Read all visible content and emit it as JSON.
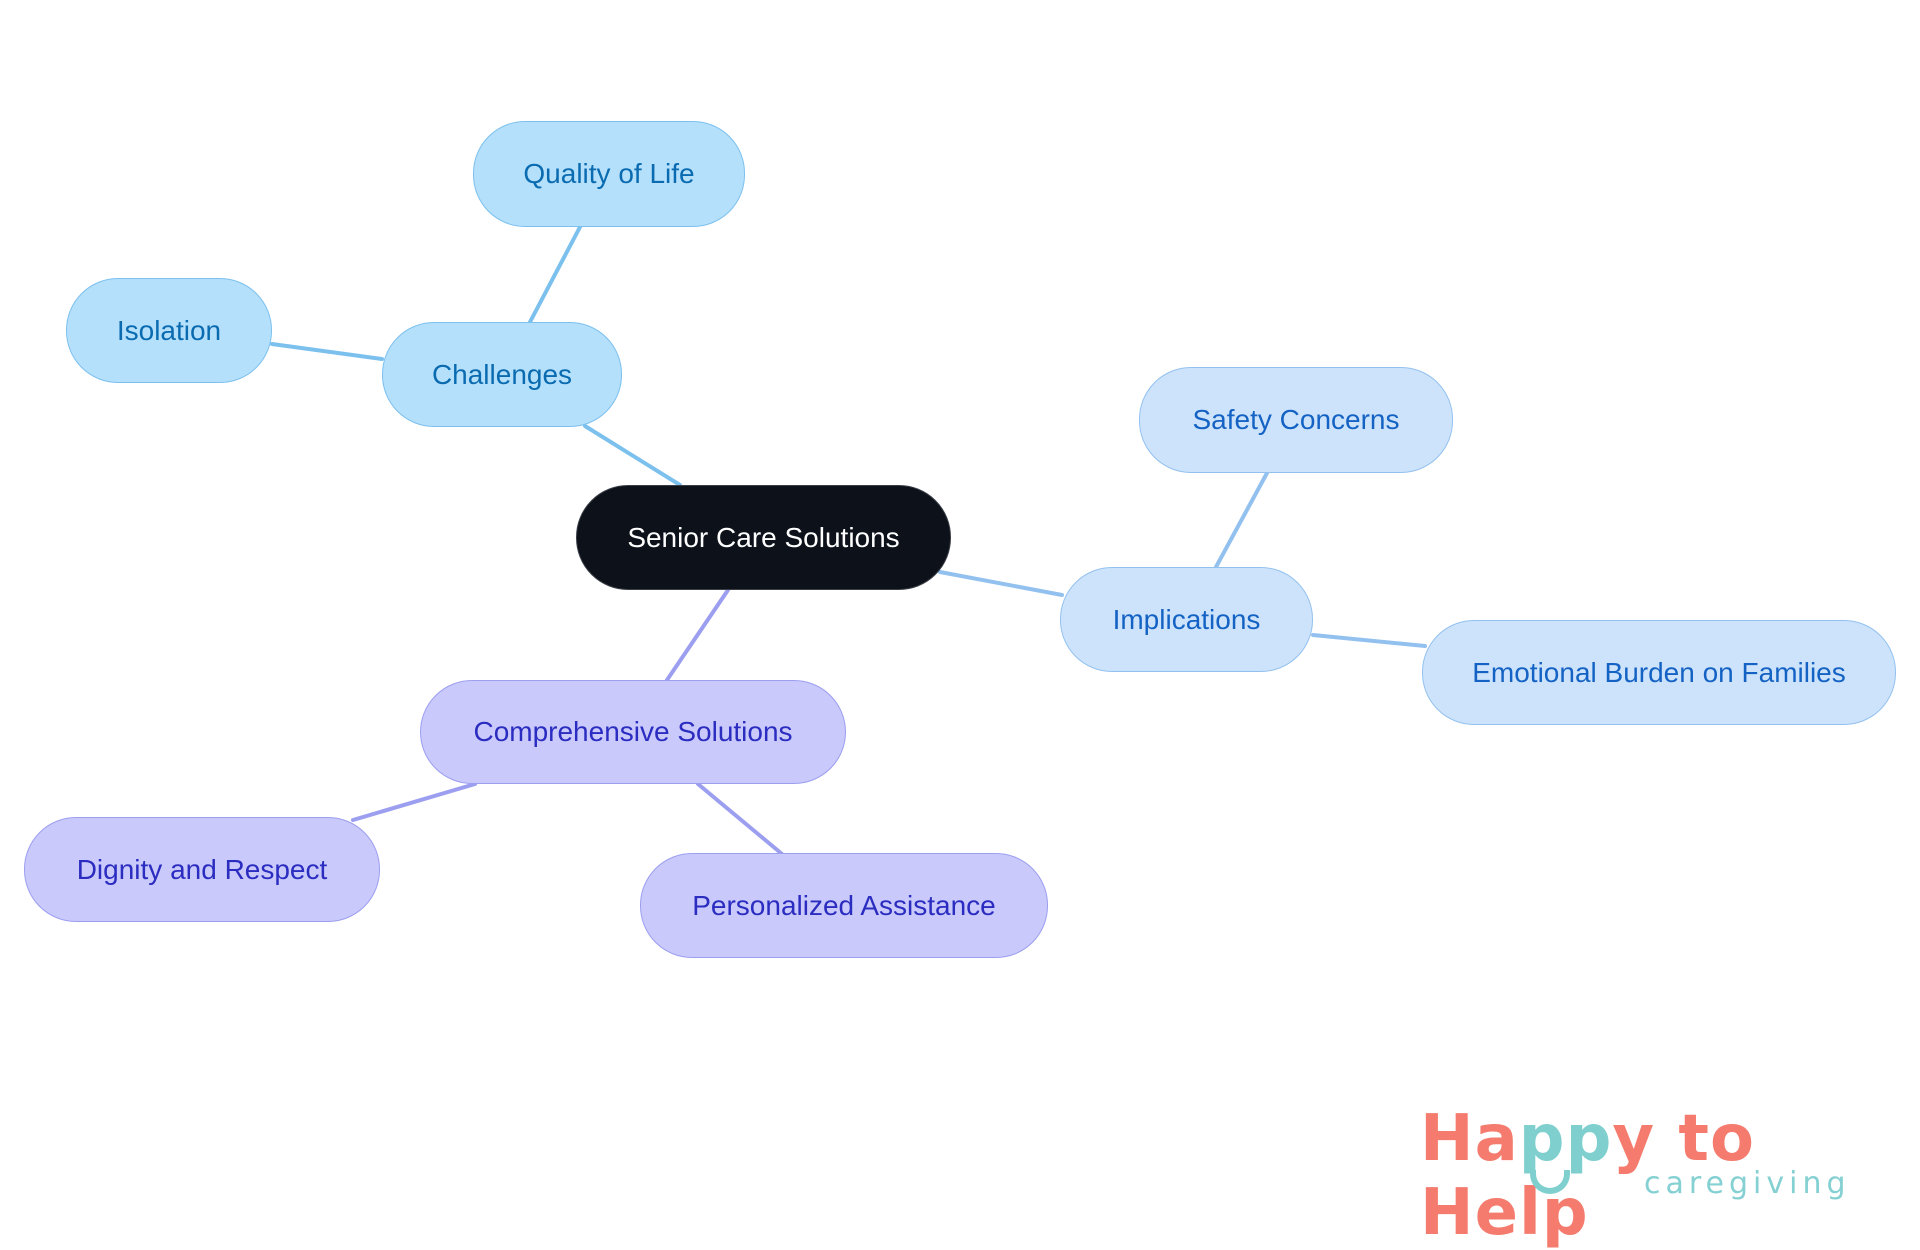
{
  "diagram": {
    "type": "mindmap",
    "root": {
      "label": "Senior Care Solutions"
    },
    "branches": [
      {
        "label": "Challenges",
        "children": [
          "Quality of Life",
          "Isolation"
        ]
      },
      {
        "label": "Implications",
        "children": [
          "Safety Concerns",
          "Emotional Burden on Families"
        ]
      },
      {
        "label": "Comprehensive Solutions",
        "children": [
          "Dignity and Respect",
          "Personalized Assistance"
        ]
      }
    ]
  },
  "nodes": {
    "root": "Senior Care Solutions",
    "challenges": "Challenges",
    "quality_of_life": "Quality of Life",
    "isolation": "Isolation",
    "implications": "Implications",
    "safety_concerns": "Safety Concerns",
    "emotional_burden": "Emotional Burden on Families",
    "comprehensive_solutions": "Comprehensive Solutions",
    "dignity_respect": "Dignity and Respect",
    "personalized_assistance": "Personalized Assistance"
  },
  "logo": {
    "part1": "Ha",
    "part2": "pp",
    "part3": "y to Help",
    "tagline": "caregiving"
  },
  "colors": {
    "root_fill": "#0c111a",
    "challenges_fill": "#b5e0fc",
    "implications_fill": "#cde3fb",
    "solutions_fill": "#c9cafb",
    "logo_coral": "#f47b6d",
    "logo_teal": "#7fcfcf"
  }
}
